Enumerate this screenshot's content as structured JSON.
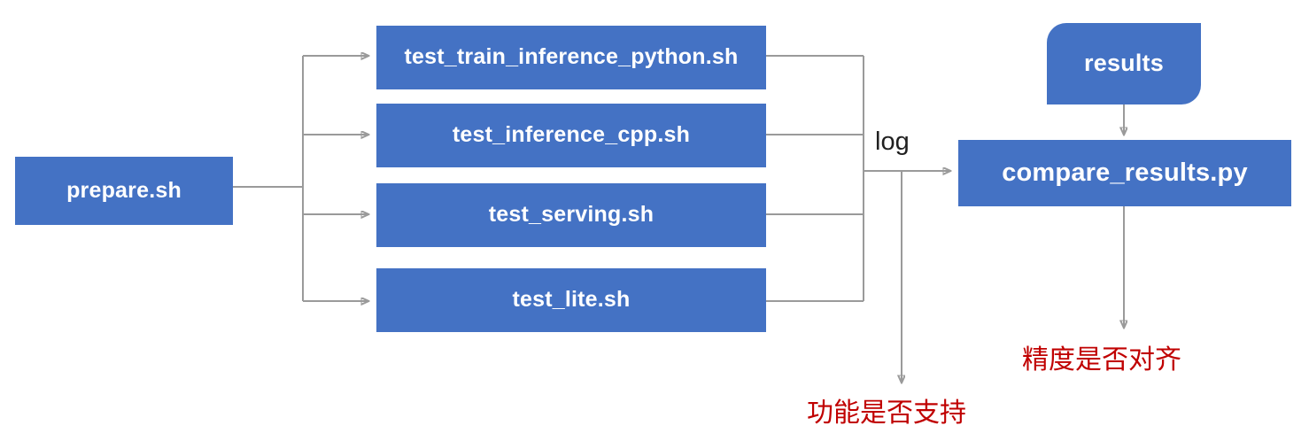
{
  "diagram": {
    "title": "test pipeline flowchart",
    "accent_color": "#4472c4",
    "line_color": "#9a9a9a",
    "alert_color": "#c00000",
    "nodes": {
      "prepare": "prepare.sh",
      "test_train": "test_train_inference_python.sh",
      "test_cpp": "test_inference_cpp.sh",
      "test_serving": "test_serving.sh",
      "test_lite": "test_lite.sh",
      "results": "results",
      "compare": "compare_results.py"
    },
    "edge_labels": {
      "log": "log"
    },
    "annotations": {
      "function_supported": "功能是否支持",
      "precision_aligned": "精度是否对齐"
    }
  }
}
